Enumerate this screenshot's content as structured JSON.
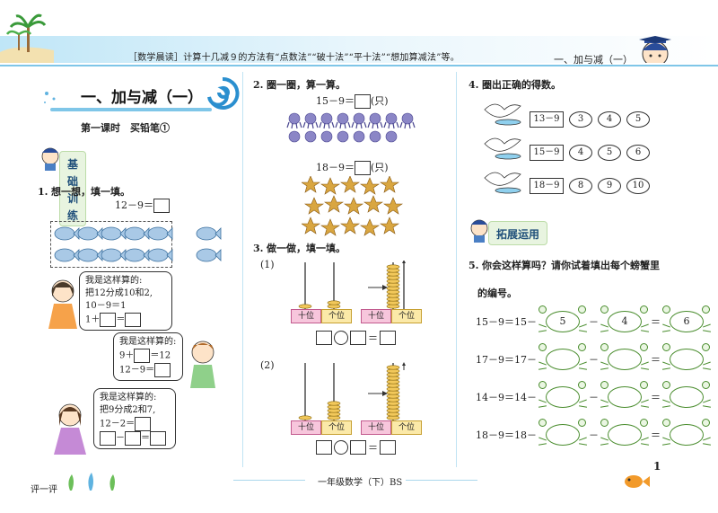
{
  "header": {
    "intro_label": "［数学晨读］",
    "intro_text": "计算十几减９的方法有“点数法”“破十法”“平十法”“想加算减法”等。",
    "unit_right": "一、加与减（一）"
  },
  "title": {
    "unit": "一、加与减（一）",
    "lesson": "第一课时　买铅笔①"
  },
  "left": {
    "section": "基础训练",
    "q1_label": "1.",
    "q1_text": "想一想，填一填。",
    "q1_eq": "12－9＝",
    "bubble1": [
      "我是这样算的:",
      "把12分成10和2,",
      "10－9＝1",
      "1＋",
      "＝"
    ],
    "bubble2": [
      "我是这样算的:",
      "9＋",
      "＝12",
      "12－9＝"
    ],
    "bubble3": [
      "我是这样算的:",
      "把9分成2和7,",
      "12－2＝",
      "－",
      "＝"
    ]
  },
  "middle": {
    "q2_label": "2.",
    "q2_text": "圈一圈，算一算。",
    "eq_a": "15－9＝",
    "unit_a": "(只)",
    "eq_b": "18－9＝",
    "unit_b": "(只)",
    "q3_label": "3.",
    "q3_text": "做一做，填一填。",
    "part1": "(1)",
    "part2": "(2)",
    "ten_label": "十位",
    "one_label": "个位"
  },
  "right": {
    "q4_label": "4.",
    "q4_text": "圈出正确的得数。",
    "rows": [
      {
        "expr": "13－9",
        "opts": [
          "3",
          "4",
          "5"
        ]
      },
      {
        "expr": "15－9",
        "opts": [
          "4",
          "5",
          "6"
        ]
      },
      {
        "expr": "18－9",
        "opts": [
          "8",
          "9",
          "10"
        ]
      }
    ],
    "section": "拓展运用",
    "q5_label": "5.",
    "q5_text": "你会这样算吗？请你试着填出每个螃蟹里",
    "q5_text2": "的编号。",
    "crab_rows": [
      {
        "start": "15－9＝15－",
        "crabs": [
          "5",
          "4",
          "6"
        ]
      },
      {
        "start": "17－9＝17－",
        "crabs": [
          "",
          "",
          ""
        ]
      },
      {
        "start": "14－9＝14－",
        "crabs": [
          "",
          "",
          ""
        ]
      },
      {
        "start": "18－9＝18－",
        "crabs": [
          "",
          "",
          ""
        ]
      }
    ]
  },
  "footer": {
    "left": "评一评",
    "center": "一年级数学（下）BS",
    "page": "1"
  },
  "colors": {
    "accent_blue": "#2a8fcf",
    "tag_green": "#e8f4e0",
    "whale": "#a9c9e6",
    "octopus": "#8b86c6",
    "starfish": "#d9a640",
    "crab": "#4a8d2e"
  }
}
